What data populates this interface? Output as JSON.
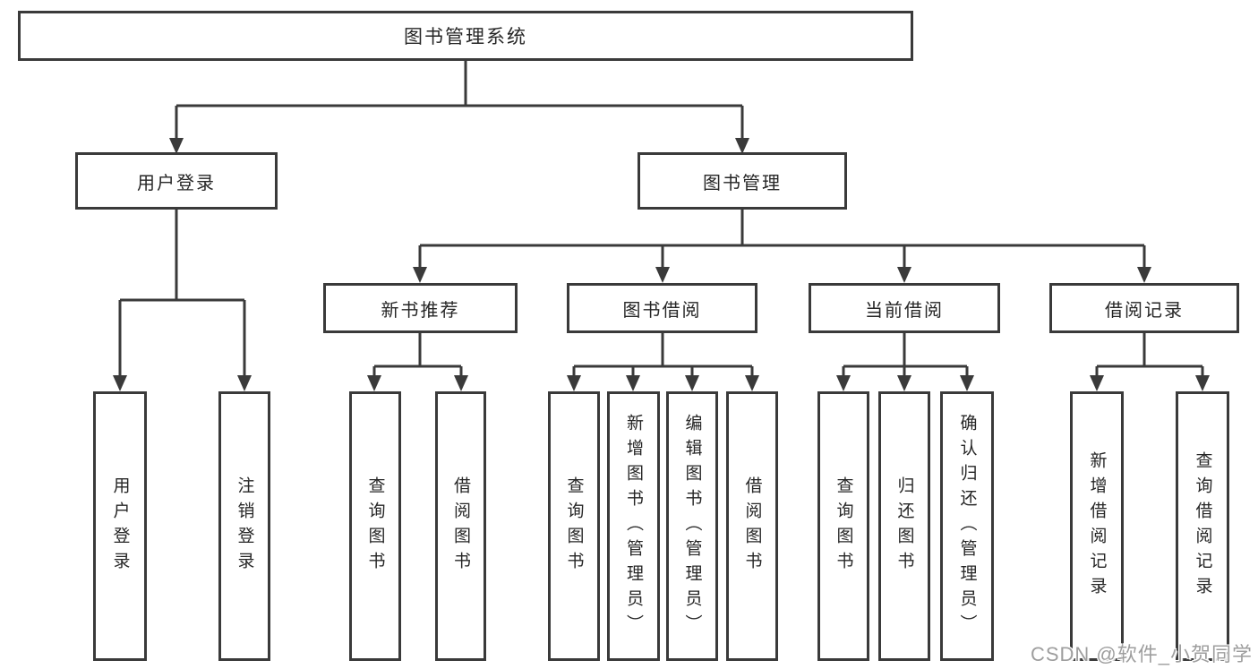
{
  "diagram": {
    "title": "图书管理系统",
    "nodes": {
      "root": {
        "label": "图书管理系统"
      },
      "user_login": {
        "label": "用户登录"
      },
      "book_mgmt": {
        "label": "图书管理"
      },
      "new_books": {
        "label": "新书推荐"
      },
      "borrowing": {
        "label": "图书借阅"
      },
      "current": {
        "label": "当前借阅"
      },
      "records": {
        "label": "借阅记录"
      },
      "leaf_login": {
        "label": "用户登录"
      },
      "leaf_logout": {
        "label": "注销登录"
      },
      "nb_query": {
        "label": "查询图书"
      },
      "nb_borrow": {
        "label": "借阅图书"
      },
      "bw_query": {
        "label": "查询图书"
      },
      "bw_add": {
        "label": "新增图书（管理员）"
      },
      "bw_edit": {
        "label": "编辑图书（管理员）"
      },
      "bw_borrow": {
        "label": "借阅图书"
      },
      "cu_query": {
        "label": "查询图书"
      },
      "cu_return": {
        "label": "归还图书"
      },
      "cu_confirm": {
        "label": "确认归还（管理员）"
      },
      "rc_add": {
        "label": "新增借阅记录"
      },
      "rc_query": {
        "label": "查询借阅记录"
      }
    }
  },
  "watermark": {
    "text": "CSDN @软件_小贺同学"
  },
  "colors": {
    "line": "#3a3a3a",
    "text": "#262626",
    "watermark": "#9e9e9e",
    "background": "#ffffff"
  }
}
